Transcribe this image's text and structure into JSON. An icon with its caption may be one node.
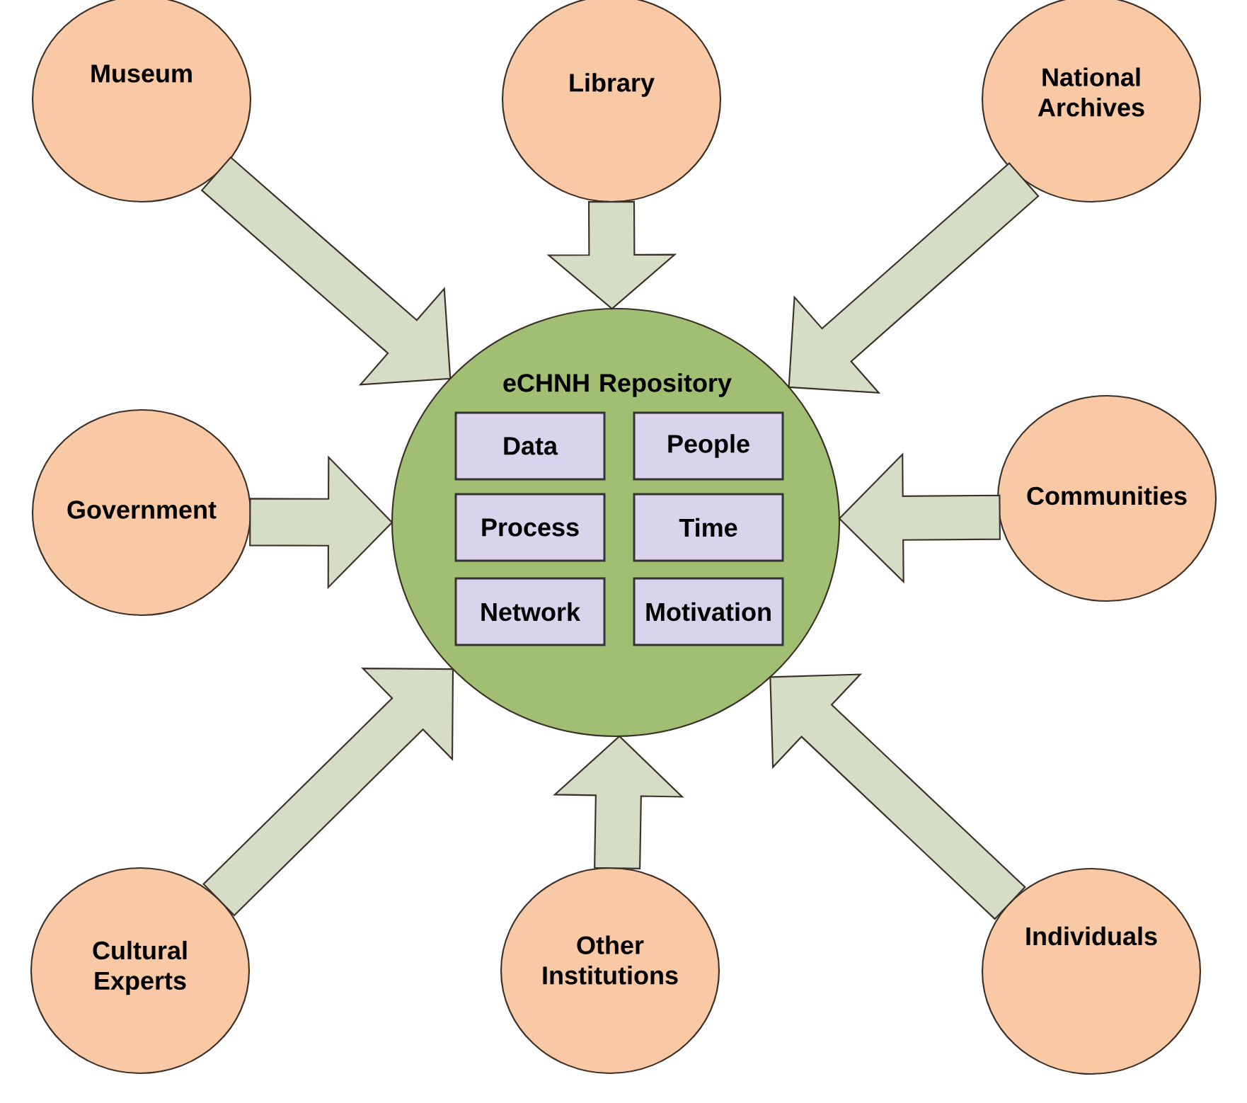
{
  "diagram": {
    "nodes": [
      {
        "text": [
          "Museum"
        ]
      },
      {
        "text": [
          "Library"
        ]
      },
      {
        "text": [
          "National Archives"
        ]
      },
      {
        "text": [
          "Government"
        ]
      },
      {
        "text": [
          "eCHNH Repository"
        ]
      },
      {
        "text": [
          "Data"
        ],
        "in": 4
      },
      {
        "text": [
          "People"
        ],
        "in": 4
      },
      {
        "text": [
          "Process"
        ],
        "in": 4
      },
      {
        "text": [
          "Time"
        ],
        "in": 4
      },
      {
        "text": [
          "Network"
        ],
        "in": 4
      },
      {
        "text": [
          "Motivation"
        ],
        "in": 4
      },
      {
        "text": [
          "Communities"
        ]
      },
      {
        "text": [
          "Cultural Experts"
        ]
      },
      {
        "text": [
          "Other Institutions"
        ]
      },
      {
        "text": [
          "Individuals"
        ]
      }
    ],
    "edges": [
      {
        "from": 0,
        "to": 4,
        "arrow": "to"
      },
      {
        "from": 1,
        "to": 4,
        "arrow": "to"
      },
      {
        "from": 2,
        "to": 4,
        "arrow": "to"
      },
      {
        "from": 3,
        "to": 4,
        "arrow": "to"
      },
      {
        "from": 11,
        "to": 4,
        "arrow": "to"
      },
      {
        "from": 12,
        "to": 4,
        "arrow": "to"
      },
      {
        "from": 13,
        "to": 4,
        "arrow": "to"
      },
      {
        "from": 14,
        "to": 4,
        "arrow": "to"
      }
    ]
  }
}
